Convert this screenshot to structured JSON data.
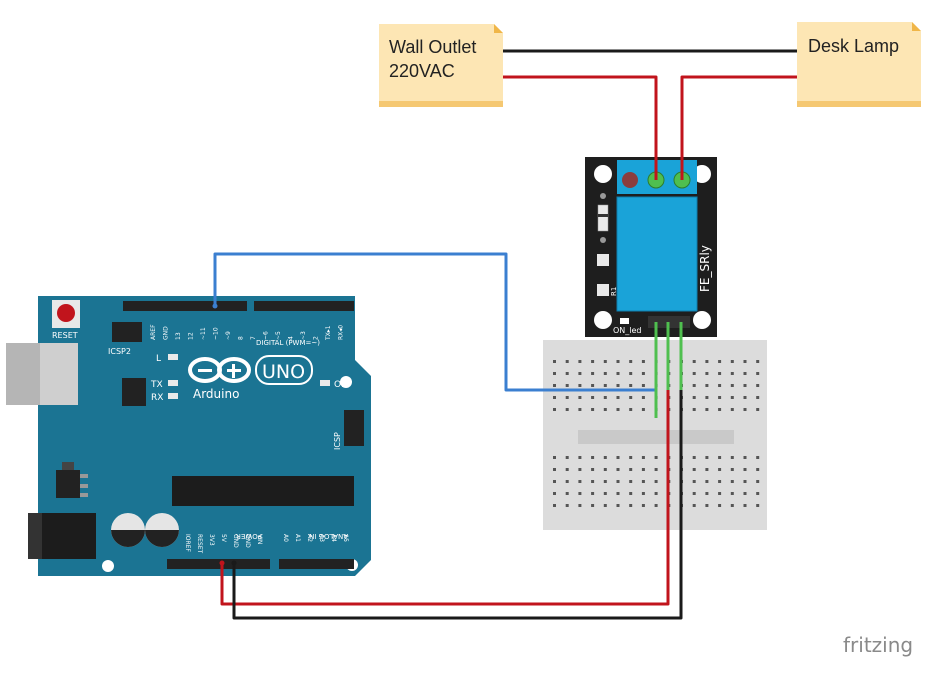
{
  "notes": {
    "wall_outlet": {
      "line1": "Wall Outlet",
      "line2": "220VAC"
    },
    "desk_lamp": {
      "label": "Desk Lamp"
    }
  },
  "relay": {
    "part_label": "FE_SRly",
    "led_label": "ON_led",
    "resistor_label": "R1"
  },
  "arduino": {
    "reset_label": "RESET",
    "icsp2_label": "ICSP2",
    "icsp_label": "ICSP",
    "brand": "Arduino",
    "model": "UNO",
    "digital_label": "DIGITAL (PWM=~)",
    "power_label": "POWER",
    "analog_label": "ANALOG IN",
    "led_l": "L",
    "led_tx": "TX",
    "led_rx": "RX",
    "led_on": "ON",
    "digital_pins": [
      "AREF",
      "GND",
      "13",
      "12",
      "~11",
      "~10",
      "~9",
      "8",
      "7",
      "~6",
      "~5",
      "4",
      "~3",
      "2",
      "TX▸1",
      "RX◂0"
    ],
    "power_pins": [
      "IOREF",
      "RESET",
      "3V3",
      "5V",
      "GND",
      "GND",
      "VIN"
    ],
    "analog_pins": [
      "A0",
      "A1",
      "A2",
      "A3",
      "A4",
      "A5"
    ]
  },
  "watermark": "fritzing",
  "colors": {
    "board": "#1b7493",
    "wire_red": "#c1141c",
    "wire_black": "#1a1a1a",
    "wire_blue": "#3b7fd0",
    "wire_green": "#4fbf4f",
    "note_fill": "#fde6b4",
    "relay_blue": "#1aa3d8"
  }
}
